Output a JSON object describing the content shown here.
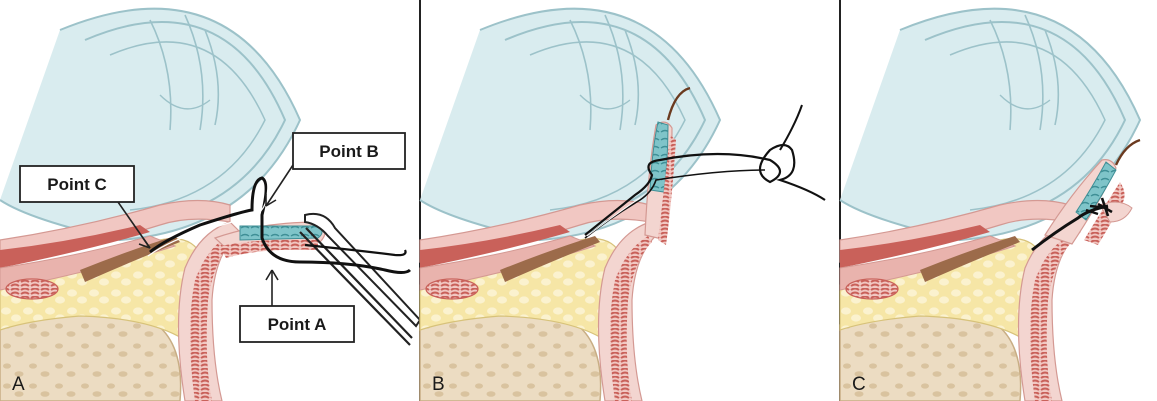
{
  "panels": [
    {
      "letter": "A"
    },
    {
      "letter": "B"
    },
    {
      "letter": "C"
    }
  ],
  "callouts": {
    "point_a": "Point A",
    "point_b": "Point B",
    "point_c": "Point C"
  },
  "colors": {
    "sclera_blue": "#d9ecef",
    "sclera_line": "#9cc2c9",
    "conjunctiva_pink": "#f1c7c2",
    "muscle_red": "#c9615a",
    "muscle_dark": "#a8423d",
    "fat_yellow": "#f6e6a6",
    "bone_beige": "#ecdcc2",
    "tarsus_teal": "#7fc4c9",
    "suture_black": "#111111",
    "eyelash_brown": "#6b3a1f",
    "divider_black": "#222222"
  }
}
